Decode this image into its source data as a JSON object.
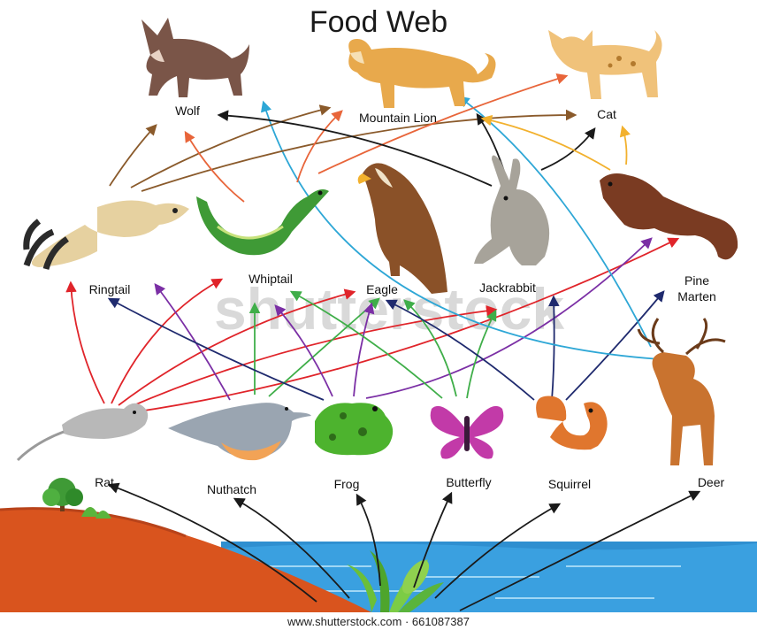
{
  "title": "Food Web",
  "nodes": {
    "wolf": "Wolf",
    "mountain_lion": "Mountain Lion",
    "cat": "Cat",
    "ringtail": "Ringtail",
    "whiptail": "Whiptail",
    "eagle": "Eagle",
    "jackrabbit": "Jackrabbit",
    "pine_marten_1": "Pine",
    "pine_marten_2": "Marten",
    "rat": "Rat",
    "nuthatch": "Nuthatch",
    "frog": "Frog",
    "butterfly": "Butterfly",
    "squirrel": "Squirrel",
    "deer": "Deer"
  },
  "watermark": "shutterstock",
  "footer": "www.shutterstock.com · 661087387",
  "colors": {
    "red": "#e0242a",
    "navy": "#1f2a6e",
    "purple": "#7b2fa5",
    "green": "#3fae49",
    "brown": "#8a5a2b",
    "orange": "#e8653a",
    "teal": "#2ea7d6",
    "black": "#1a1a1a",
    "gold": "#f2b12e"
  }
}
